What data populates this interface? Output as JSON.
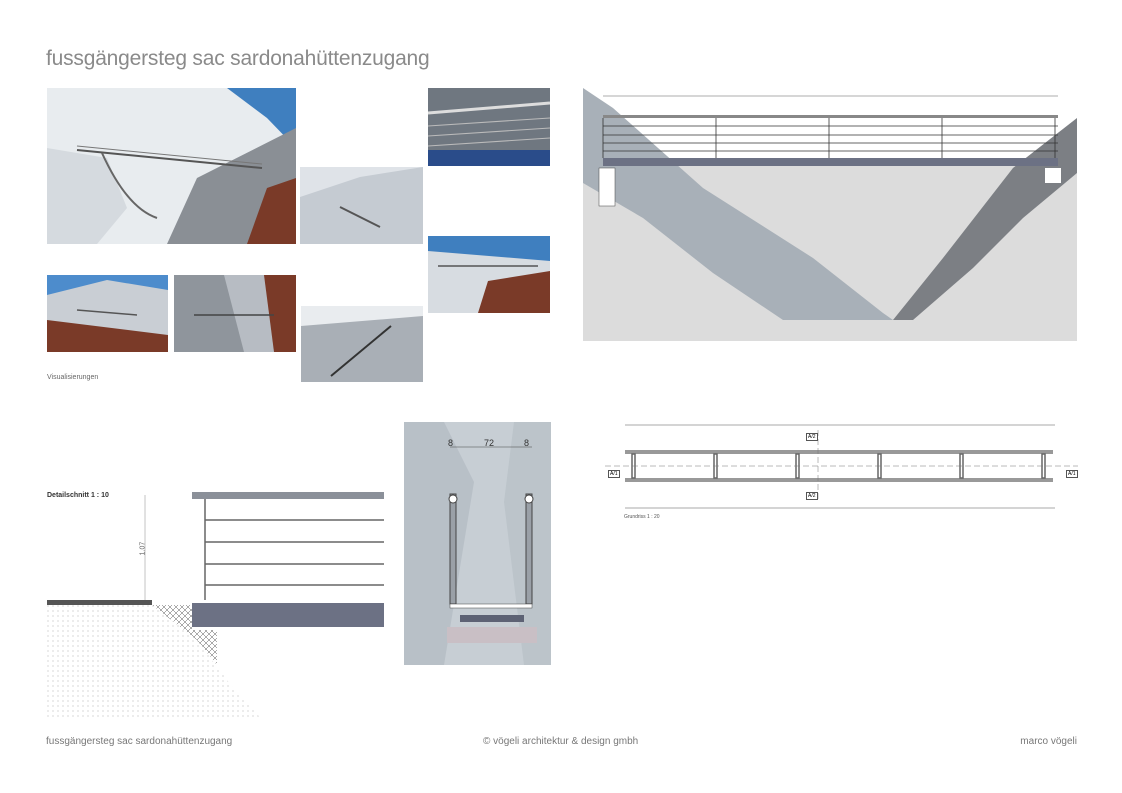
{
  "header": {
    "title": "fussgängersteg sac sardonahüttenzugang"
  },
  "visualisations": {
    "caption": "Visualisierungen"
  },
  "detail": {
    "title": "Detailschnitt 1 : 10",
    "height_dim": "1.07"
  },
  "cross_section": {
    "dim_left": "8",
    "dim_middle": "72",
    "dim_right": "8"
  },
  "plan": {
    "caption": "Grundriss 1 : 20",
    "section_marker_a1": "A/1",
    "section_marker_a2": "A/2"
  },
  "footer": {
    "left": "fussgängersteg sac sardonahüttenzugang",
    "center": "© vögeli architektur & design gmbh",
    "right": "marco vögeli"
  }
}
